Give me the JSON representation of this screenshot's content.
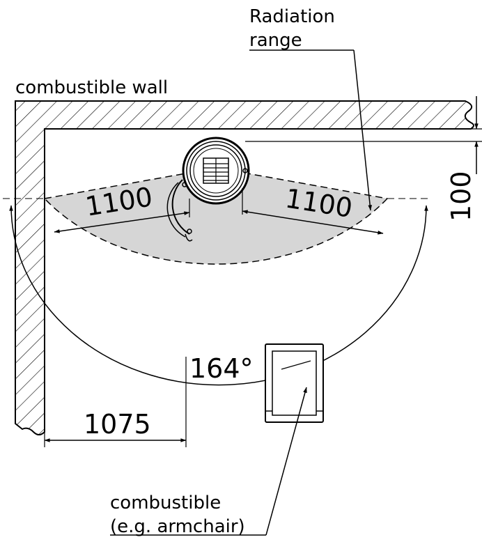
{
  "labels": {
    "radiation_range_line1": "Radiation",
    "radiation_range_line2": "range",
    "combustible_wall": "combustible wall",
    "combustible_line1": "combustible",
    "combustible_line2": "(e.g. armchair)"
  },
  "dimensions": {
    "radius_left": "1100",
    "radius_right": "1100",
    "wall_distance": "100",
    "angle": "164°",
    "side_distance": "1075"
  },
  "colors": {
    "radiation_fill": "#d6d6d6",
    "line": "#000000"
  }
}
